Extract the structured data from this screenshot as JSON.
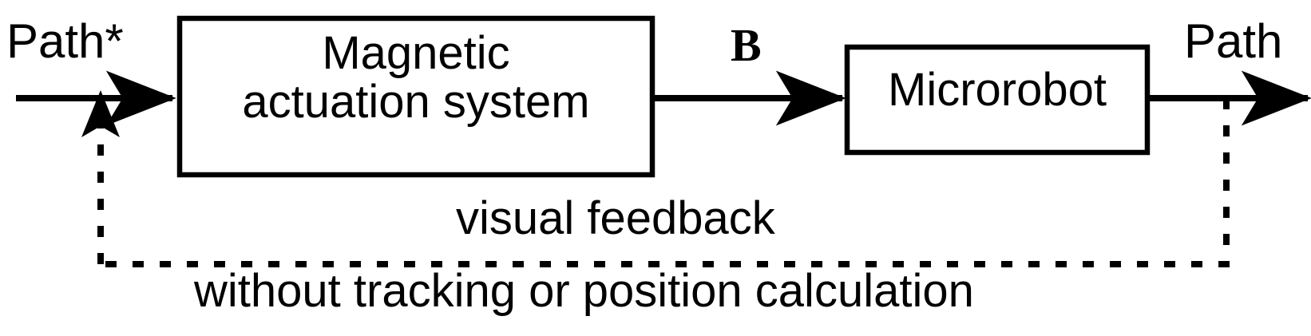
{
  "diagram": {
    "type": "control-block-diagram",
    "background_color": "#ffffff",
    "stroke_color": "#000000",
    "signals": {
      "input_label": "Path*",
      "intermediate_label": "B",
      "output_label": "Path"
    },
    "blocks": [
      {
        "id": "magnetic-actuation-system",
        "title_line1": "Magnetic",
        "title_line2": "actuation system"
      },
      {
        "id": "microrobot",
        "title_line1": "Microrobot"
      }
    ],
    "feedback": {
      "label": "visual feedback",
      "note": "without tracking or position calculation",
      "style": "dashed"
    }
  }
}
